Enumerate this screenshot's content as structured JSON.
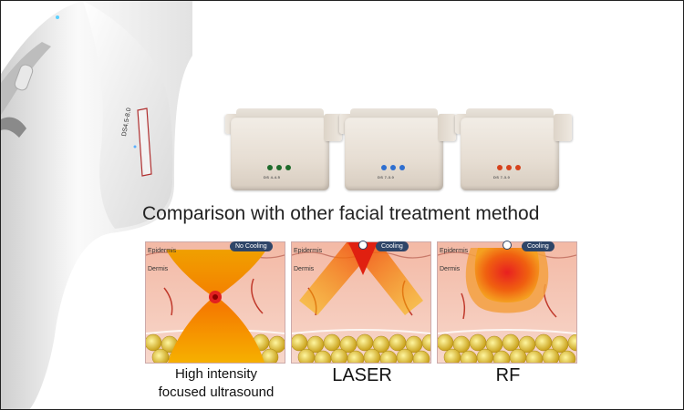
{
  "device": {
    "label": "DS4.5-8.0"
  },
  "cartridges": [
    {
      "label": "DS 4-4.5",
      "dot_color": "#1f6b2c"
    },
    {
      "label": "DS 7-3.0",
      "dot_color": "#2f6fd0"
    },
    {
      "label": "DS 7-3.0",
      "dot_color": "#d6421c"
    }
  ],
  "heading": "Comparison with other facial treatment method",
  "panels": [
    {
      "badge": "No Cooling",
      "epidermis": "Epidermis",
      "dermis": "Dermis",
      "caption_lines": [
        "High intensity",
        "focused ultrasound"
      ]
    },
    {
      "badge": "Cooling",
      "epidermis": "Epidermis",
      "dermis": "Dermis",
      "caption": "LASER"
    },
    {
      "badge": "Cooling",
      "epidermis": "Epidermis",
      "dermis": "Dermis",
      "caption": "RF"
    }
  ]
}
